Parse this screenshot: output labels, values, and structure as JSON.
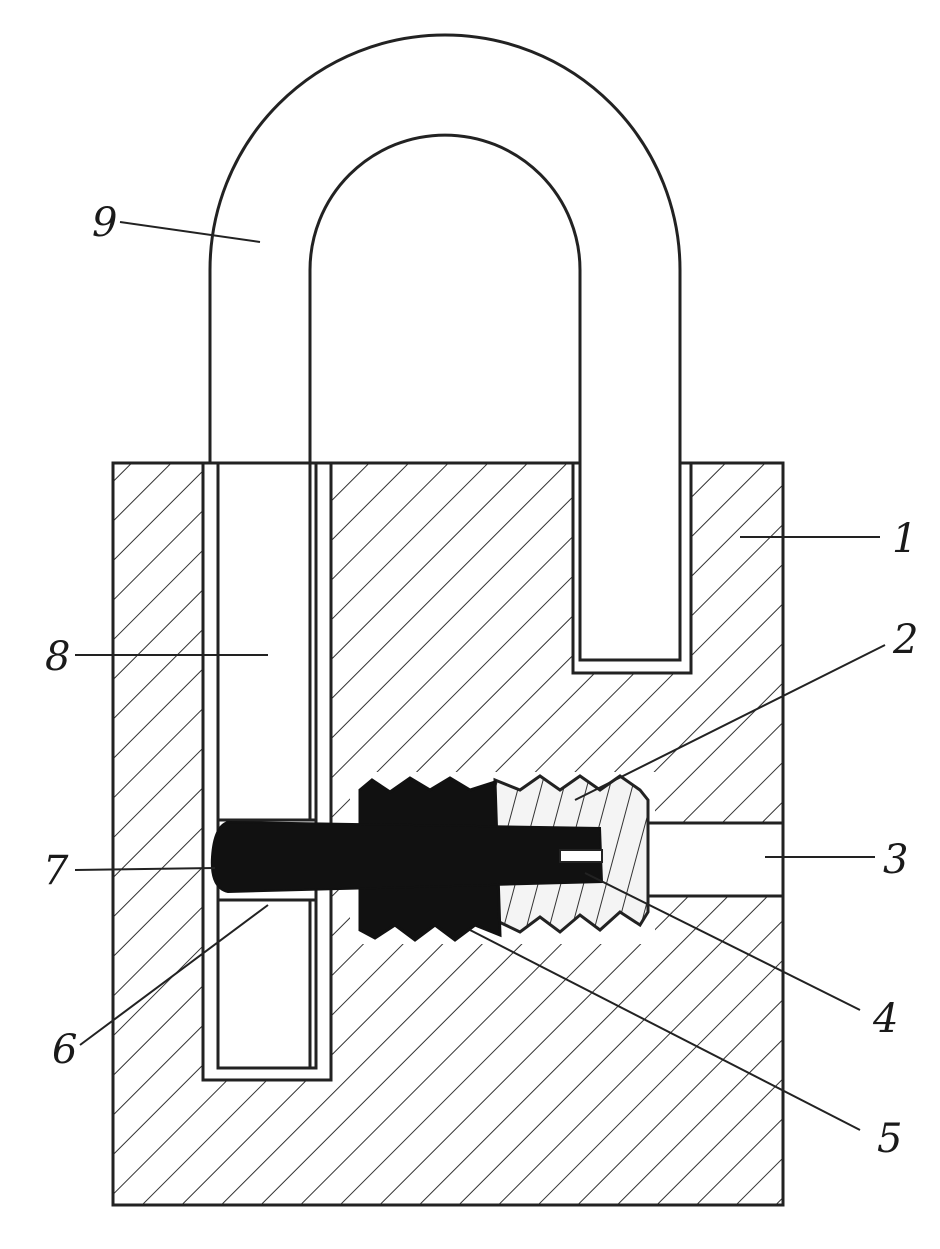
{
  "figure": {
    "colors": {
      "ink": "#222222",
      "fill_dark": "#111111",
      "paper": "#ffffff"
    },
    "parts": [
      {
        "id": "body",
        "label": "1"
      },
      {
        "id": "thread-bushing",
        "label": "2"
      },
      {
        "id": "key-channel",
        "label": "3"
      },
      {
        "id": "slot",
        "label": "4"
      },
      {
        "id": "screw-plug",
        "label": "5"
      },
      {
        "id": "shackle-notch",
        "label": "6"
      },
      {
        "id": "locking-pin",
        "label": "7"
      },
      {
        "id": "shackle-leg",
        "label": "8"
      },
      {
        "id": "shackle",
        "label": "9"
      }
    ]
  }
}
